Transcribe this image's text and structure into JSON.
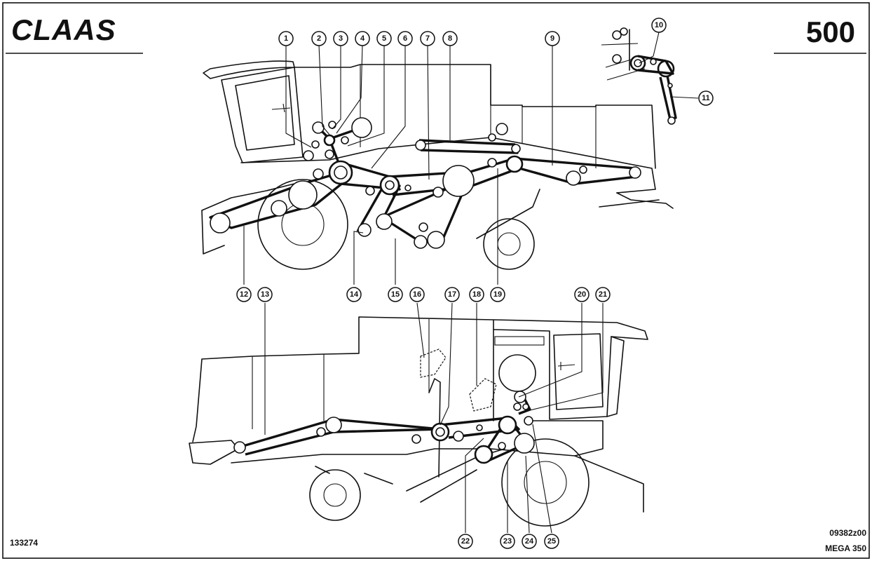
{
  "header": {
    "brand": "CLAAS",
    "page_number": "500"
  },
  "footer": {
    "left_code": "133274",
    "drawing_number": "09382z00",
    "model": "MEGA 350"
  },
  "callouts": [
    "1",
    "2",
    "3",
    "4",
    "5",
    "6",
    "7",
    "8",
    "9",
    "10",
    "11",
    "12",
    "13",
    "14",
    "15",
    "16",
    "17",
    "18",
    "19",
    "20",
    "21",
    "22",
    "23",
    "24",
    "25"
  ]
}
